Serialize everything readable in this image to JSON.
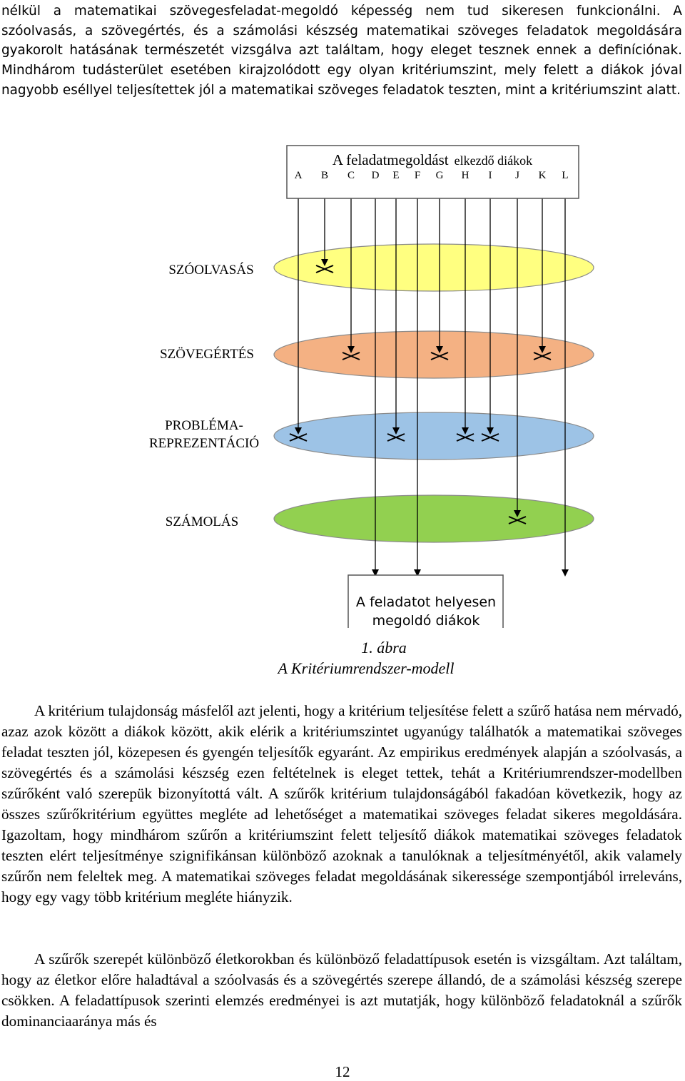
{
  "text": {
    "para1": "nélkül a matematikai szövegesfeladat-megoldó képesség nem tud sikeresen funkcionálni. A szóolvasás, a szövegértés, és a számolási készség matematikai szöveges feladatok megoldására gyakorolt hatásának természetét vizsgálva azt találtam, hogy eleget tesznek ennek a definíciónak. Mindhárom tudásterület esetében kirajzolódott egy olyan kritériumszint, mely felett a diákok jóval nagyobb eséllyel teljesítettek jól a matematikai szöveges feladatok teszten, mint a kritériumszint alatt.",
    "para2": "A kritérium tulajdonság másfelől azt jelenti, hogy a kritérium teljesítése felett a szűrő hatása nem mérvadó, azaz azok között a diákok között, akik elérik a kritériumszintet ugyanúgy találhatók a matematikai szöveges feladat teszten jól, közepesen és gyengén teljesítők egyaránt. Az empirikus eredmények alapján a szóolvasás, a szövegértés és a számolási készség ezen feltételnek is eleget tettek, tehát a Kritériumrendszer-modellben szűrőként való szerepük bizonyítottá vált. A szűrők kritérium tulajdonságából fakadóan következik, hogy az összes szűrőkritérium együttes megléte ad lehetőséget a matematikai szöveges feladat sikeres megoldására. Igazoltam, hogy mindhárom szűrőn a kritériumszint felett teljesítő diákok matematikai szöveges feladatok teszten elért teljesítménye szignifikánsan különböző azoknak a tanulóknak a teljesítményétől, akik valamely szűrőn nem feleltek meg. A matematikai szöveges feladat megoldásának sikeressége szempontjából irreleváns, hogy egy vagy több kritérium megléte hiányzik.",
    "para3": "A szűrők szerepét különböző életkorokban és különböző feladattípusok esetén is vizsgáltam. Azt találtam, hogy az életkor előre haladtával a szóolvasás és a szövegértés szerepe állandó, de a számolási készség szerepe csökken. A feladattípusok szerinti elemzés eredményei is azt mutatják, hogy különböző feladatoknál a szűrők dominanciaaránya más és",
    "page_number": "12"
  },
  "figure": {
    "top_box_title_a": "A feladatmegoldást",
    "top_box_title_b": "elkezdő diákok",
    "students": [
      "A",
      "B",
      "C",
      "D",
      "E",
      "F",
      "G",
      "H",
      "I",
      "J",
      "K",
      "L"
    ],
    "filters": [
      {
        "label_lines": [
          "SZÓOLVASÁS"
        ],
        "color": "#ffff80",
        "blocked": [
          "B"
        ]
      },
      {
        "label_lines": [
          "SZÖVEGÉRTÉS"
        ],
        "color": "#f4b183",
        "blocked": [
          "C",
          "G",
          "K"
        ]
      },
      {
        "label_lines": [
          "PROBLÉMA-",
          "REPREZENTÁCIÓ"
        ],
        "color": "#9dc3e6",
        "blocked": [
          "A",
          "E",
          "H",
          "I"
        ]
      },
      {
        "label_lines": [
          "SZÁMOLÁS"
        ],
        "color": "#92d050",
        "blocked": [
          "J"
        ]
      }
    ],
    "bottom_box_line1": "A feladatot helyesen",
    "bottom_box_line2": "megoldó diákok",
    "caption_number": "1. ábra",
    "caption_title": "A Kritériumrendszer-modell"
  }
}
